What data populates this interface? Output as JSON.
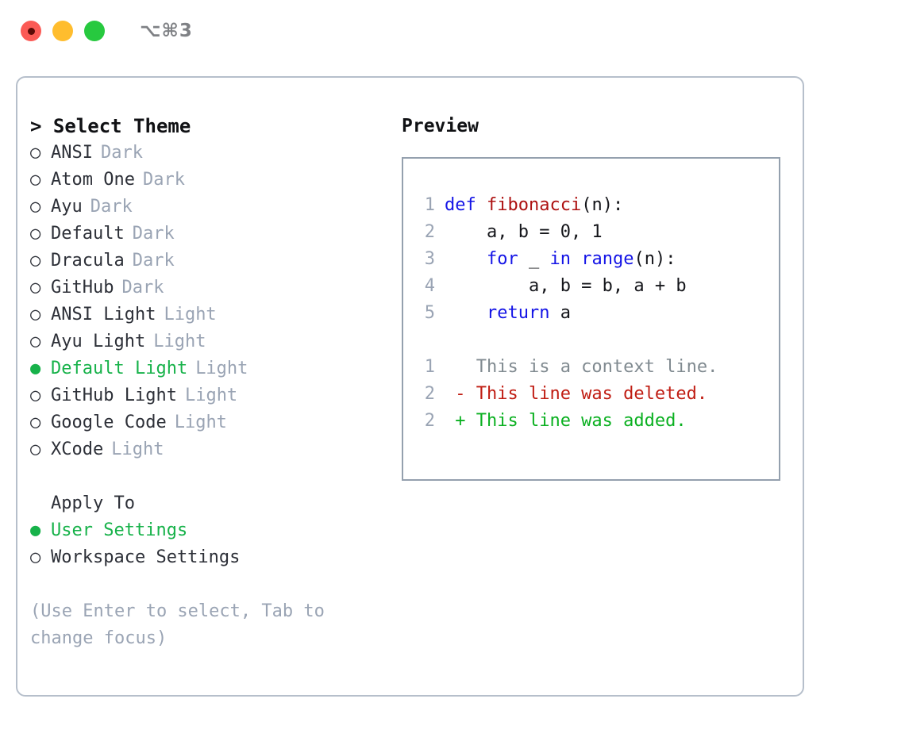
{
  "titlebar": {
    "shortcut": "⌥⌘3",
    "lights": [
      {
        "name": "close",
        "color": "#fb5a55"
      },
      {
        "name": "minimize",
        "color": "#ffbd2e"
      },
      {
        "name": "maximize",
        "color": "#27c93f"
      }
    ]
  },
  "theme_picker": {
    "header": "> Select Theme",
    "items": [
      {
        "marker": "○",
        "label": "ANSI",
        "tag": "Dark",
        "selected": false
      },
      {
        "marker": "○",
        "label": "Atom One",
        "tag": "Dark",
        "selected": false
      },
      {
        "marker": "○",
        "label": "Ayu",
        "tag": "Dark",
        "selected": false
      },
      {
        "marker": "○",
        "label": "Default",
        "tag": "Dark",
        "selected": false
      },
      {
        "marker": "○",
        "label": "Dracula",
        "tag": "Dark",
        "selected": false
      },
      {
        "marker": "○",
        "label": "GitHub",
        "tag": "Dark",
        "selected": false
      },
      {
        "marker": "○",
        "label": "ANSI Light",
        "tag": "Light",
        "selected": false
      },
      {
        "marker": "○",
        "label": "Ayu Light",
        "tag": "Light",
        "selected": false
      },
      {
        "marker": "●",
        "label": "Default Light",
        "tag": "Light",
        "selected": true
      },
      {
        "marker": "○",
        "label": "GitHub Light",
        "tag": "Light",
        "selected": false
      },
      {
        "marker": "○",
        "label": "Google Code",
        "tag": "Light",
        "selected": false
      },
      {
        "marker": "○",
        "label": "XCode",
        "tag": "Light",
        "selected": false
      }
    ]
  },
  "apply_to": {
    "header": "Apply To",
    "items": [
      {
        "marker": "●",
        "label": "User Settings",
        "selected": true
      },
      {
        "marker": "○",
        "label": "Workspace Settings",
        "selected": false
      }
    ]
  },
  "hint": "(Use Enter to select, Tab to change focus)",
  "preview": {
    "title": "Preview",
    "code": [
      {
        "no": "1",
        "tokens": [
          {
            "t": "def ",
            "c": "kw"
          },
          {
            "t": "fibonacci",
            "c": "fn"
          },
          {
            "t": "(n):",
            "c": "pl"
          }
        ]
      },
      {
        "no": "2",
        "tokens": [
          {
            "t": "    a, b = 0, 1",
            "c": "pl"
          }
        ]
      },
      {
        "no": "3",
        "tokens": [
          {
            "t": "    ",
            "c": "pl"
          },
          {
            "t": "for",
            "c": "kw"
          },
          {
            "t": " _ ",
            "c": "pl"
          },
          {
            "t": "in",
            "c": "kw"
          },
          {
            "t": " ",
            "c": "pl"
          },
          {
            "t": "range",
            "c": "kw"
          },
          {
            "t": "(n):",
            "c": "pl"
          }
        ]
      },
      {
        "no": "4",
        "tokens": [
          {
            "t": "        a, b = b, a + b",
            "c": "pl"
          }
        ]
      },
      {
        "no": "5",
        "tokens": [
          {
            "t": "    ",
            "c": "pl"
          },
          {
            "t": "return",
            "c": "kw"
          },
          {
            "t": " a",
            "c": "pl"
          }
        ]
      }
    ],
    "diff": [
      {
        "no": "1",
        "sign": " ",
        "text": "  This is a context line.",
        "kind": "ctx"
      },
      {
        "no": "2",
        "sign": "-",
        "text": " This line was deleted.",
        "kind": "del"
      },
      {
        "no": "2",
        "sign": "+",
        "text": " This line was added.",
        "kind": "add"
      }
    ]
  },
  "colors": {
    "accent_green": "#17b24a",
    "muted": "#9aa4b4",
    "keyword_blue": "#1414e6",
    "function_red": "#ad1111",
    "diff_deleted": "#c01d13",
    "diff_added": "#0ab020",
    "panel_border": "#b6bfcb",
    "preview_border": "#94a0ae"
  }
}
